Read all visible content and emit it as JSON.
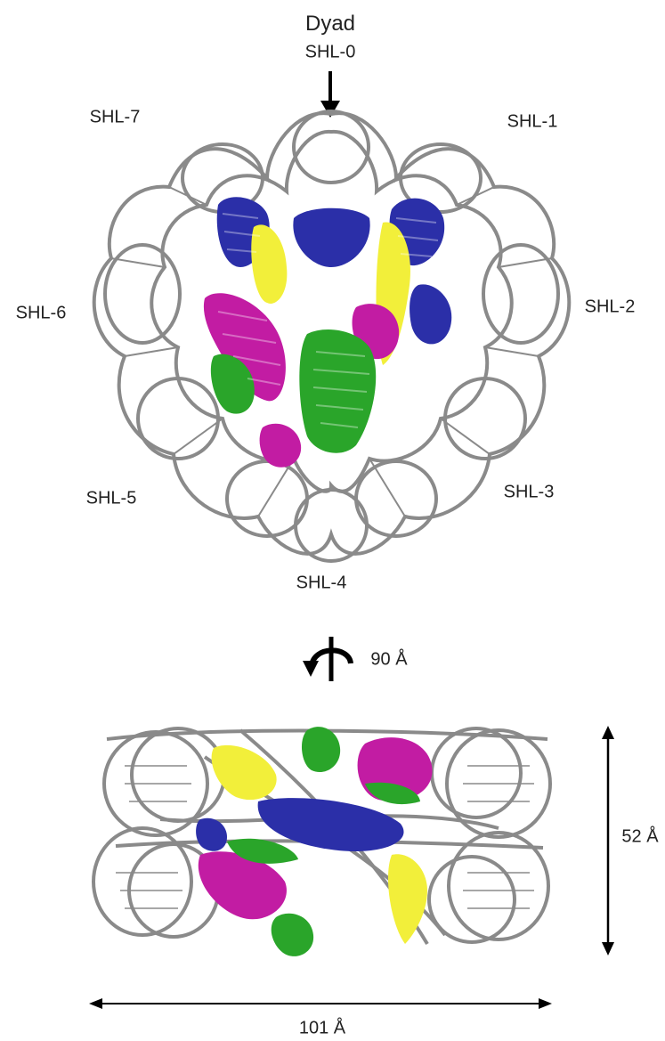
{
  "top_view": {
    "dyad_label": "Dyad",
    "dyad_position": "SHL-0",
    "shl_labels": [
      "SHL-1",
      "SHL-2",
      "SHL-3",
      "SHL-4",
      "SHL-5",
      "SHL-6",
      "SHL-7"
    ]
  },
  "rotation_label": "90 Å",
  "side_view": {
    "height_label": "52 Å",
    "width_label": "101 Å"
  },
  "colors": {
    "dna": "#8a8a8a",
    "h3": "#2b2fa8",
    "h4": "#2aa52a",
    "h2a": "#f2ef3a",
    "h2b": "#c21ca3"
  }
}
